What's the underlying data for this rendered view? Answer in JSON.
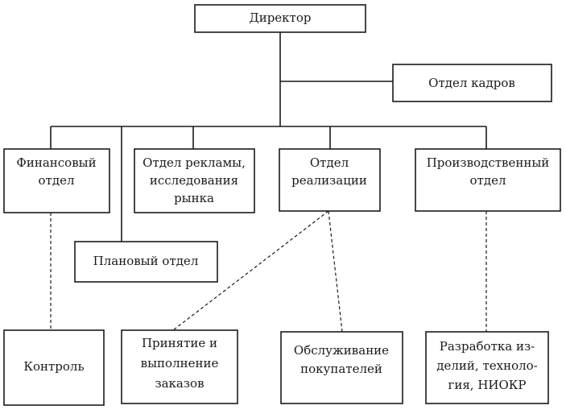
{
  "nodes": {
    "director": [
      "Директор"
    ],
    "hr": [
      "Отдел кадров"
    ],
    "finance": [
      "Финансовый",
      "отдел"
    ],
    "advertising": [
      "Отдел рекламы,",
      "исследования",
      "рынка"
    ],
    "sales": [
      "Отдел",
      "реализации"
    ],
    "production": [
      "Производственный",
      "отдел"
    ],
    "planning": [
      "Плановый отдел"
    ],
    "control": [
      "Контроль"
    ],
    "orders": [
      "Принятие и",
      "выполнение",
      "заказов"
    ],
    "service": [
      "Обслуживание",
      "покупателей"
    ],
    "rnd": [
      "Разработка из-",
      "делий, техноло-",
      "гия, НИОКР"
    ]
  }
}
